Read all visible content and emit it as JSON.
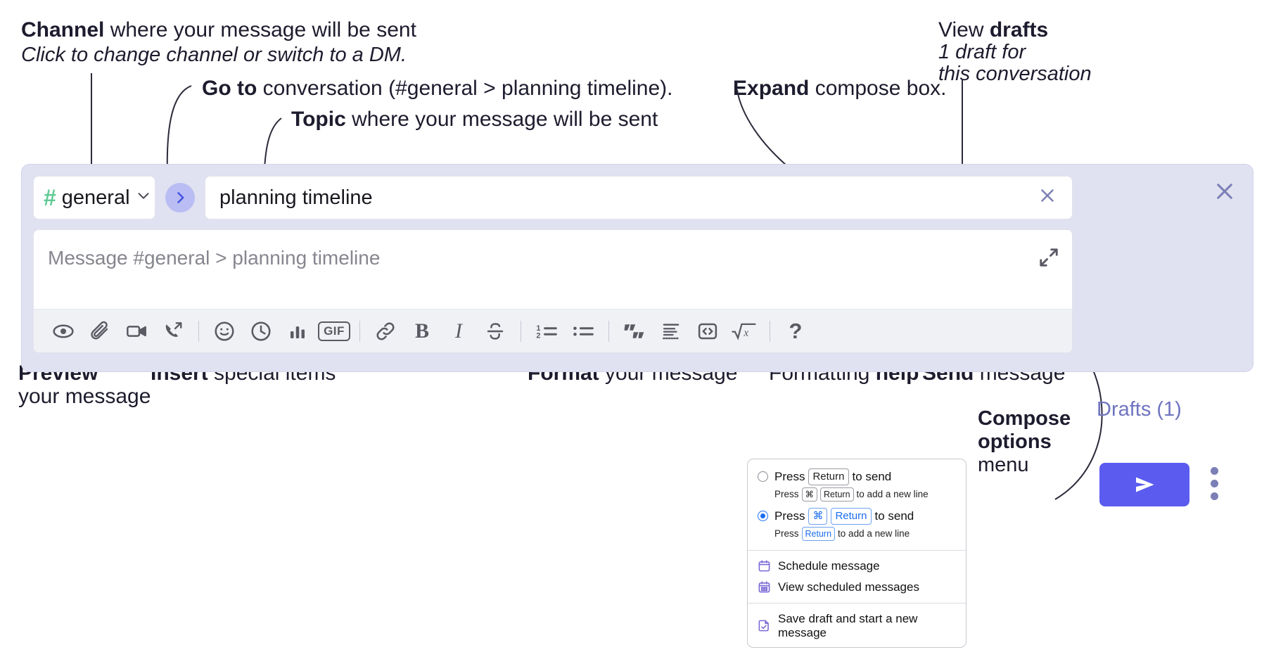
{
  "annotations": {
    "channel": {
      "bold": "Channel",
      "rest": " where your message will be sent",
      "sub": "Click to change channel or switch to a DM."
    },
    "goto": {
      "bold": "Go to",
      "rest": " conversation (#general > planning timeline)."
    },
    "topic": {
      "bold": "Topic",
      "rest": " where your message will be sent"
    },
    "expand": {
      "bold": "Expand",
      "rest": " compose box."
    },
    "drafts": {
      "bold_pre": "View ",
      "bold": "drafts",
      "sub1": "1 draft for",
      "sub2": "this conversation"
    },
    "preview": {
      "bold": "Preview",
      "line2": "your message"
    },
    "insert": {
      "bold": "Insert",
      "rest": " special items"
    },
    "format": {
      "bold": "Format",
      "rest": " your message"
    },
    "formatting_help": {
      "pre": "Formatting ",
      "bold": "help"
    },
    "send": {
      "bold": "Send",
      "rest": " message"
    },
    "compose_options": {
      "line1": "Compose",
      "line2": "options",
      "line3": "menu"
    }
  },
  "compose": {
    "channel_name": "general",
    "channel_hash": "#",
    "goto_label": "›",
    "topic_value": "planning timeline",
    "topic_clear_label": "✕",
    "message_placeholder": "Message #general > planning timeline",
    "drafts_label": "Drafts (1)",
    "panel_close_label": "✕",
    "toolbar_icons": [
      {
        "name": "preview-eye-icon",
        "label": "Preview"
      },
      {
        "name": "attachment-paperclip-icon",
        "label": "Attach"
      },
      {
        "name": "video-camera-icon",
        "label": "Video"
      },
      {
        "name": "phone-forward-icon",
        "label": "Call"
      },
      {
        "name": "emoji-smiley-icon",
        "label": "Emoji"
      },
      {
        "name": "clock-icon",
        "label": "Reminder"
      },
      {
        "name": "poll-bars-icon",
        "label": "Poll"
      },
      {
        "name": "gif-icon",
        "label": "GIF"
      },
      {
        "name": "link-icon",
        "label": "Link"
      },
      {
        "name": "bold-icon",
        "label": "B"
      },
      {
        "name": "italic-icon",
        "label": "I"
      },
      {
        "name": "strikethrough-icon",
        "label": "S"
      },
      {
        "name": "ordered-list-icon",
        "label": "Numbered list"
      },
      {
        "name": "bulleted-list-icon",
        "label": "Bulleted list"
      },
      {
        "name": "blockquote-icon",
        "label": "Quote"
      },
      {
        "name": "code-block-icon",
        "label": "Code block"
      },
      {
        "name": "inline-code-icon",
        "label": "Code"
      },
      {
        "name": "math-icon",
        "label": "Math"
      },
      {
        "name": "formatting-help-icon",
        "label": "?"
      }
    ],
    "gif_label": "GIF",
    "bold_label": "B",
    "italic_label": "I",
    "help_label": "?"
  },
  "menu": {
    "options": [
      {
        "selected": false,
        "main_pre": "Press",
        "main_key": "Return",
        "main_post": "to send",
        "sub_pre": "Press",
        "sub_key1": "⌘",
        "sub_key2": "Return",
        "sub_post": "to add a new line"
      },
      {
        "selected": true,
        "main_pre": "Press",
        "main_key1": "⌘",
        "main_key2": "Return",
        "main_post": "to send",
        "sub_pre": "Press",
        "sub_key": "Return",
        "sub_post": "to add a new line"
      }
    ],
    "items": [
      {
        "icon": "calendar-icon",
        "label": "Schedule message"
      },
      {
        "icon": "calendar-grid-icon",
        "label": "View scheduled messages"
      },
      {
        "icon": "save-draft-icon",
        "label": "Save draft and start a new message"
      }
    ]
  },
  "colors": {
    "panel_bg": "#e0e1f1",
    "send_button": "#5b5bf0",
    "hash_green": "#5fca94",
    "goto_blue": "#4655e0",
    "drafts_text": "#6f74c0",
    "radio_blue": "#1b6df0",
    "menu_icon_purple": "#7b68d6"
  }
}
